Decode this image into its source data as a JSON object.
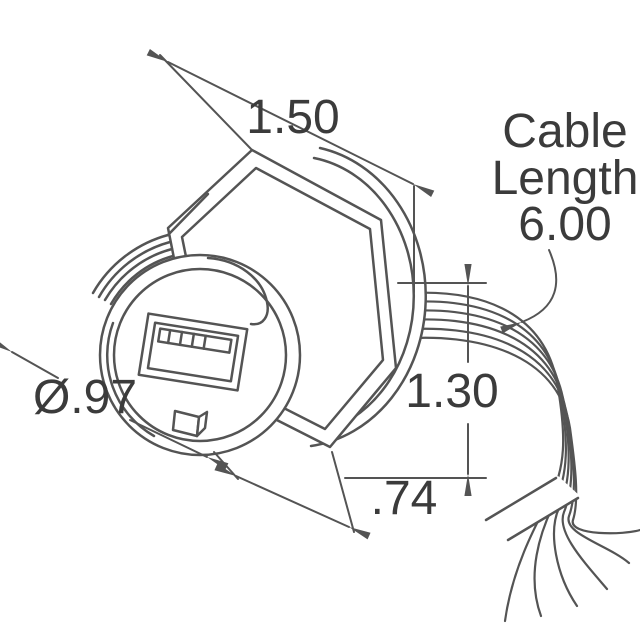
{
  "drawing": {
    "dimensions": {
      "width": "1.50",
      "height": "1.30",
      "diameter": "Ø.97",
      "depth": ".74"
    },
    "cable": {
      "line1": "Cable",
      "line2": "Length",
      "value": "6.00"
    },
    "colors": {
      "line": "#545454",
      "text": "#3b3b3b",
      "background": "#ffffff"
    }
  }
}
